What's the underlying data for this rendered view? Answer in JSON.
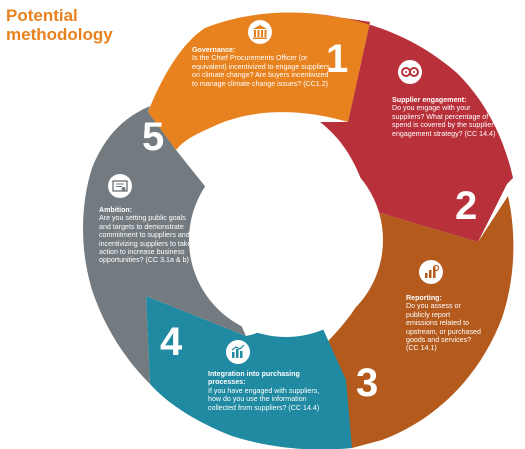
{
  "page": {
    "title_line1": "Potential",
    "title_line2": "methodology"
  },
  "colors": {
    "title": "#e8821f",
    "segment_1_orange": "#e8821f",
    "segment_2_red": "#b8313a",
    "segment_3_brown": "#b35a1c",
    "segment_4_teal": "#1f8aa2",
    "segment_5_grey": "#737b80"
  },
  "steps": [
    {
      "number": "1",
      "heading": "Governance:",
      "text": "Is the Chief Procurements Officer (or equivalent) incentivized to engage suppliers on climate change? Are buyers incentivized to manage climate change issues? (CC1.2)",
      "icon": "institution-icon"
    },
    {
      "number": "2",
      "heading": "Supplier engagement:",
      "text": "Do you engage with your suppliers? What percentage of spend is covered by the supplier engagement strategy? (CC 14.4)",
      "icon": "gears-icon"
    },
    {
      "number": "3",
      "heading": "Reporting:",
      "text": "Do you assess or publicly report emissions related to upstream, or purchased goods and services? (CC 14.1)",
      "icon": "report-chart-icon"
    },
    {
      "number": "4",
      "heading": "Integration into purchasing processes:",
      "text": "If you have engaged with suppliers, how do you use the information collected from suppliers? (CC 14.4)",
      "icon": "bar-chart-icon"
    },
    {
      "number": "5",
      "heading": "Ambition:",
      "text": "Are you setting public goals and targets to demonstrate commitment to suppliers and incentivizing suppliers to take action to increase business opportunities? (CC 3.1a & b)",
      "icon": "certificate-icon"
    }
  ]
}
